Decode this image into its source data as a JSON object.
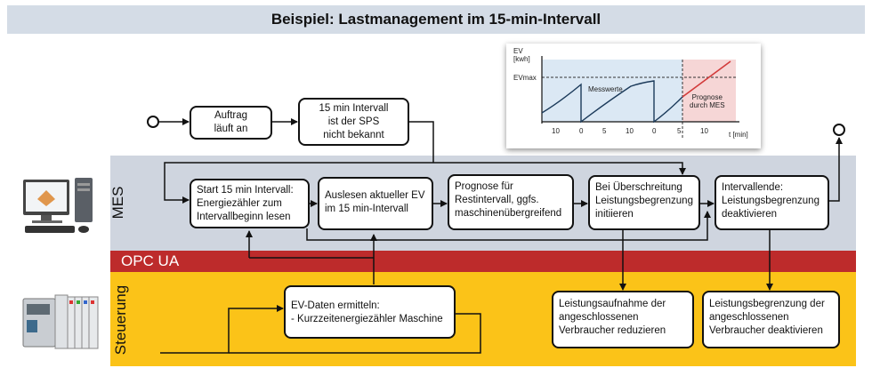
{
  "title": "Beispiel: Lastmanagement im 15-min-Intervall",
  "bands": {
    "mes": "MES",
    "opc": "OPC UA",
    "steuerung": "Steuerung"
  },
  "boxes": {
    "auftrag": "Auftrag\nläuft an",
    "intervall_sps": "15 min Intervall\nist der SPS\nnicht bekannt",
    "start": "Start 15 min Intervall:\nEnergiezähler zum\nIntervallbeginn lesen",
    "auslesen": "Auslesen aktueller EV\nim 15 min-Intervall",
    "prognose": "Prognose für\nRestintervall, ggfs.\nmaschinenübergreifend",
    "ueberschreitung": "Bei Überschreitung\nLeistungsbegrenzung\ninitiieren",
    "intervallende": "Intervallende:\nLeistungsbegrenzung\ndeaktivieren",
    "ev_daten": "EV-Daten ermitteln:\n- Kurzzeitenergiezähler Maschine",
    "reduzieren": "Leistungsaufnahme der\nangeschlossenen\nVerbraucher reduzieren",
    "deaktivieren": "Leistungsbegrenzung der\nangeschlossenen\nVerbraucher deaktivieren"
  },
  "chart_data": {
    "type": "line",
    "ylabel": "EV\n[kwh]",
    "xlabel": "t [min]",
    "threshold_label": "EVmax",
    "annotations": [
      "Messwerte",
      "Prognose\ndurch MES"
    ],
    "x_ticks": [
      "10",
      "0",
      "5",
      "10",
      "0",
      "5",
      "10"
    ]
  },
  "colors": {
    "mes_band": "#cfd5df",
    "opc_band": "#bd2b2b",
    "steuerung_band": "#fbc318",
    "title_band": "#d4dce6",
    "chart_measured_bg": "#dbe8f4",
    "chart_forecast_bg": "#f6d6d6",
    "forecast_line": "#d23a3a"
  }
}
